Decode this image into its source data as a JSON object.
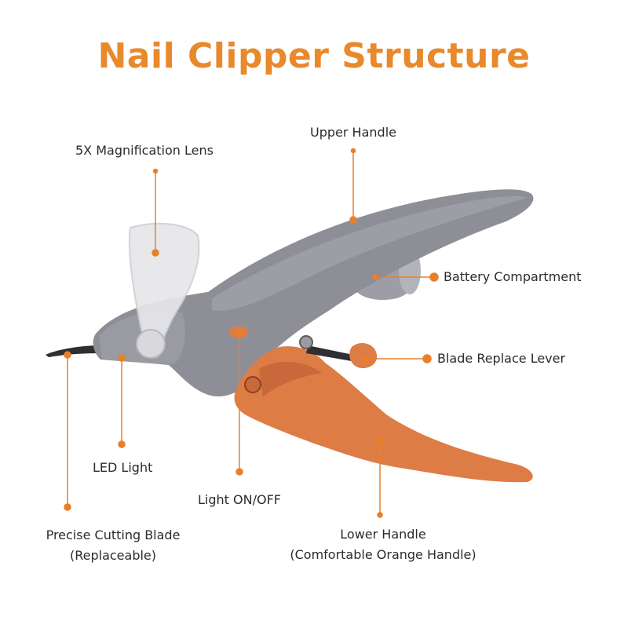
{
  "title": "Nail Clipper Structure",
  "colors": {
    "title": "#e8892c",
    "accent": "#ea7f2a",
    "body_gray": "#8e8f96",
    "body_gray_light": "#a2a3aa",
    "handle_orange": "#de7c45",
    "blade_dark": "#2f2f31",
    "lens": "#e7e7ea"
  },
  "icons": {
    "callout_dot": "orange-dot-icon"
  },
  "labels": {
    "magnification_lens": "5X Magnification Lens",
    "upper_handle": "Upper Handle",
    "battery_compartment": "Battery Compartment",
    "blade_replace_lever": "Blade Replace Lever",
    "led_light": "LED Light",
    "light_switch": "Light ON/OFF",
    "cutting_blade_line1": "Precise Cutting Blade",
    "cutting_blade_line2": "(Replaceable)",
    "lower_handle_line1": "Lower Handle",
    "lower_handle_line2": "(Comfortable Orange Handle)"
  }
}
